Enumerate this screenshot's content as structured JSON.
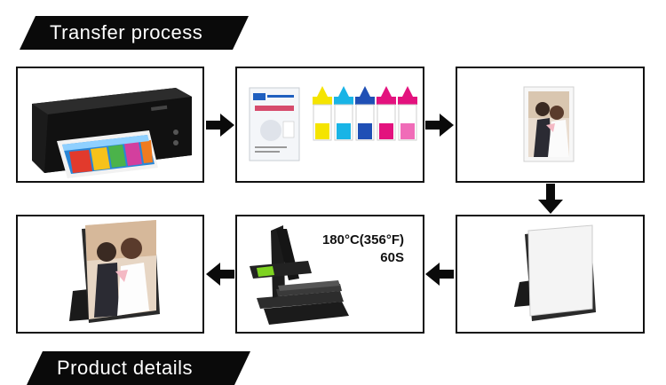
{
  "header": {
    "title": "Transfer process"
  },
  "footer": {
    "title": "Product details"
  },
  "steps": {
    "press": {
      "temperature": "180°C(356°F)",
      "time": "60S"
    }
  },
  "colors": {
    "banner": "#0a0a0a",
    "border": "#111111",
    "arrow": "#0a0a0a",
    "press_accent": "#7ed321",
    "ink_yellow": "#f5e400",
    "ink_cyan": "#19b4e6",
    "ink_blue": "#1f4fb5",
    "ink_magenta": "#e3127e"
  },
  "icons": [
    "printer-icon",
    "sublimation-supplies-icon",
    "transfer-print-icon",
    "blank-photo-panel-icon",
    "heat-press-icon",
    "finished-photo-panel-icon",
    "arrow-right-icon",
    "arrow-down-icon",
    "arrow-left-icon"
  ]
}
